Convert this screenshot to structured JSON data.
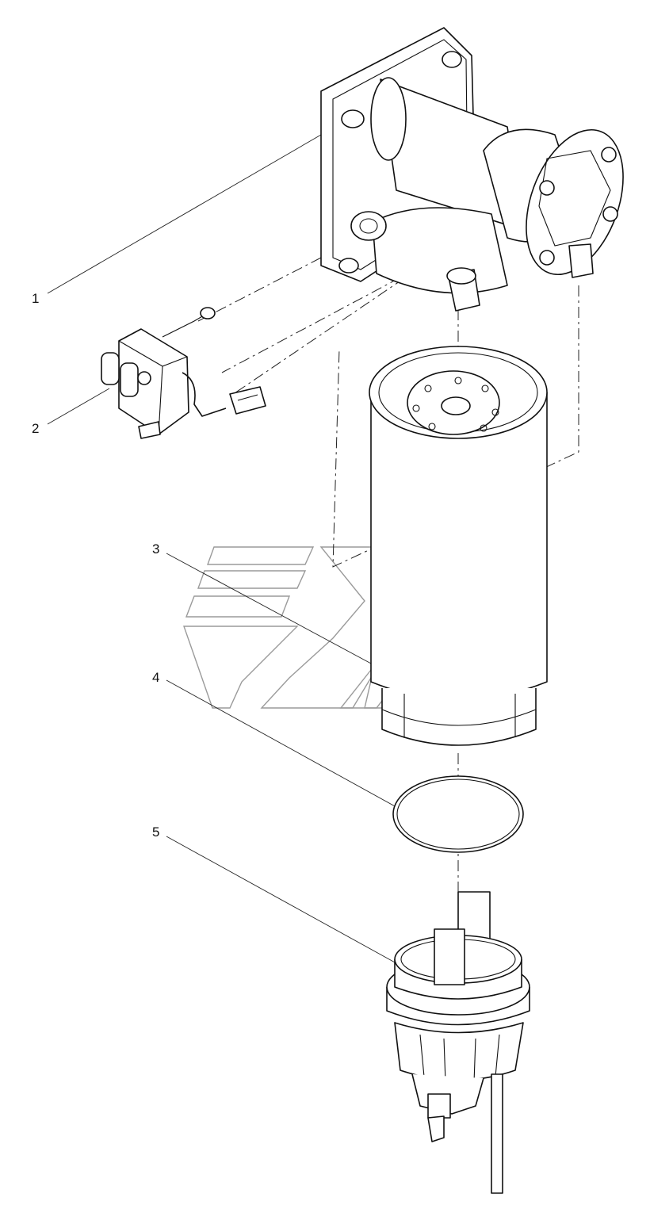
{
  "callouts": [
    {
      "id": "1",
      "label": "1"
    },
    {
      "id": "2",
      "label": "2"
    },
    {
      "id": "3",
      "label": "3"
    },
    {
      "id": "4",
      "label": "4"
    },
    {
      "id": "5",
      "label": "5"
    }
  ],
  "colors": {
    "line": "#111111",
    "watermark": "#9a9a9a",
    "background": "#ffffff"
  },
  "icons": {
    "watermark": "brand-logo-watermark"
  }
}
